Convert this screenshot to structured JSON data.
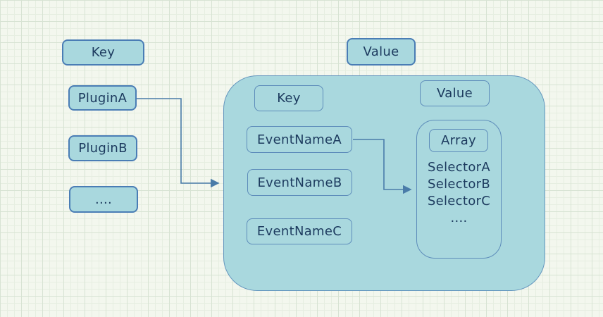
{
  "diagram": {
    "header": {
      "key_label": "Key",
      "value_label": "Value"
    },
    "plugins": [
      "PluginA",
      "PluginB",
      "...."
    ],
    "container": {
      "key_label": "Key",
      "value_label": "Value",
      "events": [
        "EventNameA",
        "EventNameB",
        "EventNameC"
      ],
      "array": {
        "label": "Array",
        "selectors": [
          "SelectorA",
          "SelectorB",
          "SelectorC",
          "...."
        ]
      }
    },
    "colors": {
      "box_fill": "#a9d8de",
      "box_border": "#4a7db5",
      "inner_border": "#5d8cba",
      "container_border": "#6496be",
      "text": "#1c3a5e",
      "arrow": "#4a7ca9",
      "background": "#f3f7ee",
      "grid_minor": "#e6eee1",
      "grid_major": "#d7e3d3"
    }
  }
}
